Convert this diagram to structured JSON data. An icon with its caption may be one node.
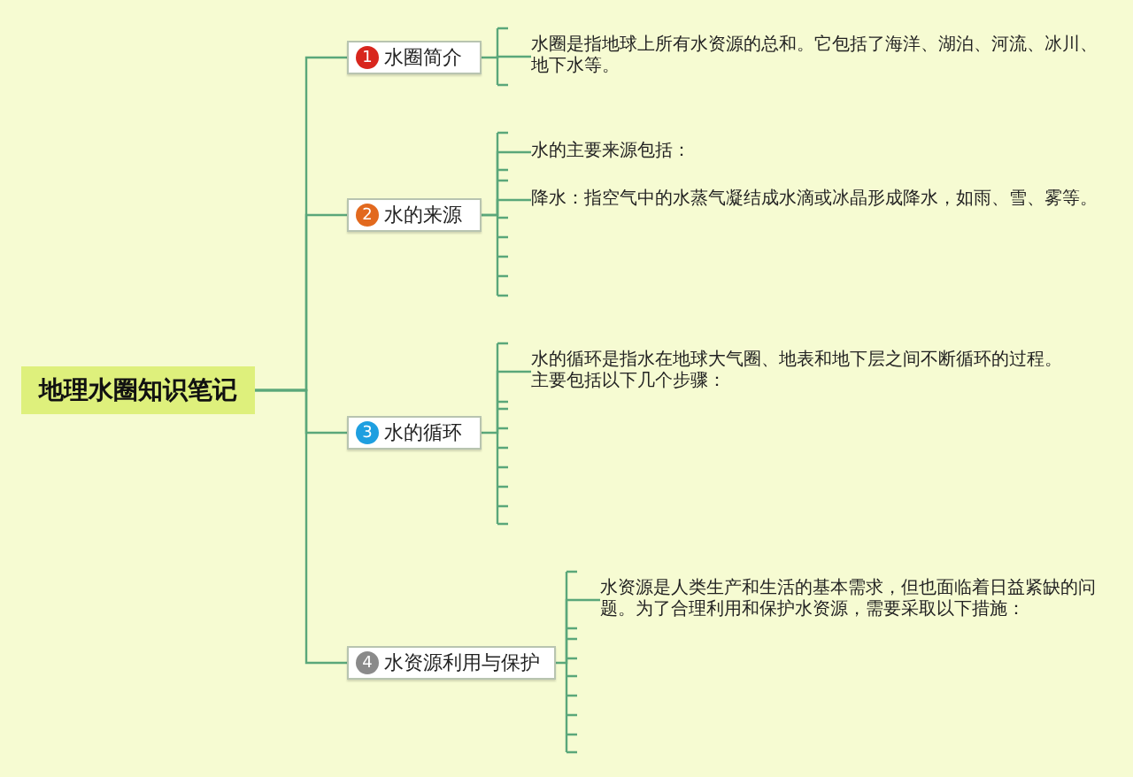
{
  "diagram": {
    "nodes": [
      {
        "text": [
          "地理水圈知识笔记"
        ]
      },
      {
        "text": [
          "1",
          "水圈简介"
        ]
      },
      {
        "text": [
          "水圈是指地球上所有水资源的总和。它包括了海洋、湖泊、河流、冰川、地下水等。"
        ]
      },
      {
        "text": [
          "2",
          "水的来源"
        ]
      },
      {
        "text": [
          "水的主要来源包括："
        ]
      },
      {
        "text": [
          "降水：指空气中的水蒸气凝结成水滴或冰晶形成降水，如雨、雪、雾等。"
        ]
      },
      {
        "text": [
          "3",
          "水的循环"
        ]
      },
      {
        "text": [
          "水的循环是指水在地球大气圈、地表和地下层之间不断循环的过程。主要包括以下几个步骤："
        ]
      },
      {
        "text": [
          "4",
          "水资源利用与保护"
        ]
      },
      {
        "text": [
          "水资源是人类生产和生活的基本需求，但也面临着日益紧缺的问题。为了合理利用和保护水资源，需要采取以下措施："
        ]
      }
    ],
    "edges": [
      {
        "from": 0,
        "to": 1,
        "arrow": "none"
      },
      {
        "from": 0,
        "to": 3,
        "arrow": "none"
      },
      {
        "from": 0,
        "to": 6,
        "arrow": "none"
      },
      {
        "from": 0,
        "to": 8,
        "arrow": "none"
      },
      {
        "from": 1,
        "to": 2,
        "arrow": "none"
      },
      {
        "from": 3,
        "to": 4,
        "arrow": "none"
      },
      {
        "from": 3,
        "to": 5,
        "arrow": "none"
      },
      {
        "from": 6,
        "to": 7,
        "arrow": "none"
      },
      {
        "from": 8,
        "to": 9,
        "arrow": "none"
      }
    ]
  }
}
